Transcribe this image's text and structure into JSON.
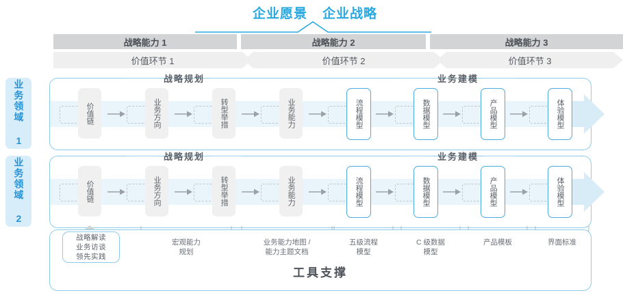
{
  "header": {
    "titles": [
      "企业愿景",
      "企业战略"
    ],
    "accent_color": "#29a8e0"
  },
  "capabilities": [
    {
      "label": "战略能力 1"
    },
    {
      "label": "战略能力 2"
    },
    {
      "label": "战略能力 3"
    }
  ],
  "value_chain": [
    {
      "label": "价值环节 1"
    },
    {
      "label": "价值环节 2"
    },
    {
      "label": "价值环节 3"
    }
  ],
  "domains": [
    {
      "label": "业务领域 1"
    },
    {
      "label": "业务领域 2"
    }
  ],
  "sections": {
    "planning_title": "战略规划",
    "modeling_title": "业务建模"
  },
  "nodes": {
    "planning": [
      "价值链",
      "业务方向",
      "转型举措",
      "业务能力"
    ],
    "modeling": [
      "流程模型",
      "数据模型",
      "产品模型",
      "体验模型"
    ]
  },
  "tool_support": {
    "title": "工具支撑",
    "pill_lines": [
      "战略解读",
      "业务访谈",
      "领先实践"
    ],
    "labels": [
      {
        "text": "宏观能力\n规划"
      },
      {
        "text": "业务能力地图 /\n能力主题文档"
      },
      {
        "text": "五级流程\n模型"
      },
      {
        "text": "C 级数据\n模型"
      },
      {
        "text": "产品模板"
      },
      {
        "text": "界面标准"
      }
    ]
  },
  "colors": {
    "blue": "#29a8e0",
    "border_blue": "#8ecdea",
    "band": "#eaf4fb",
    "cap_gray": "#d2d4d5",
    "vc_gray": "#efefef",
    "node_gray": "#f0f0f0"
  }
}
